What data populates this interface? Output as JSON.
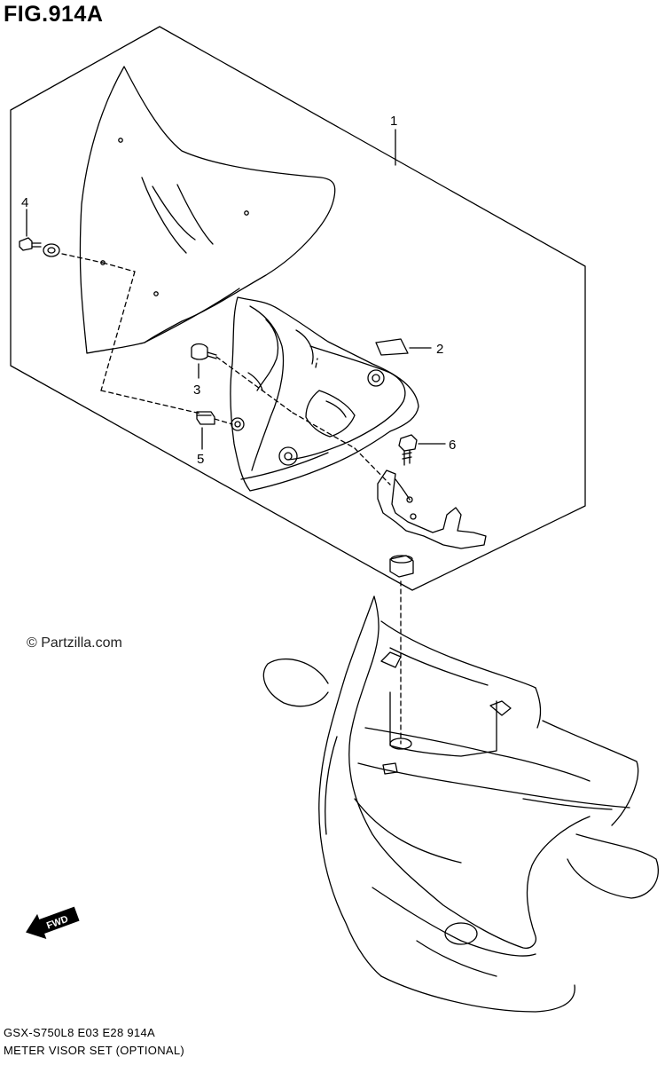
{
  "figure": {
    "title": "FIG.914A",
    "watermark": "© Partzilla.com",
    "footer_code": "GSX-S750L8  E03  E28  914A",
    "footer_name": "METER VISOR SET (OPTIONAL)",
    "fwd_label": "FWD"
  },
  "callouts": [
    {
      "id": "1",
      "label": "1"
    },
    {
      "id": "2",
      "label": "2"
    },
    {
      "id": "3",
      "label": "3"
    },
    {
      "id": "4",
      "label": "4"
    },
    {
      "id": "5",
      "label": "5"
    },
    {
      "id": "6",
      "label": "6"
    }
  ],
  "colors": {
    "line": "#000000",
    "background": "#ffffff"
  }
}
